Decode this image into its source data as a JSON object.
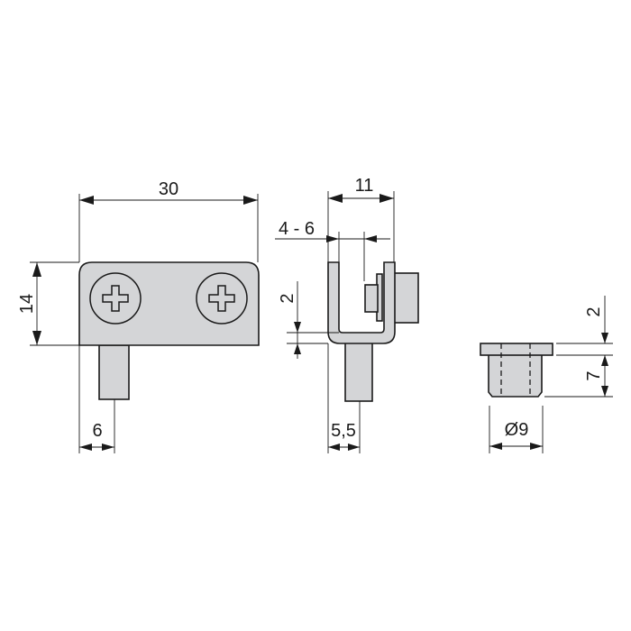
{
  "drawing": {
    "title": "Shelf support bracket - dimensioned drawing",
    "part_fill": "#d4d5d7",
    "line_color": "#1a1a1a",
    "units": "mm"
  },
  "front_view": {
    "width_label": "30",
    "height_label": "14",
    "pin_label": "6",
    "screws": [
      "phillips-screw",
      "phillips-screw"
    ]
  },
  "side_view": {
    "width_label": "11",
    "gap_label": "4 - 6",
    "thickness_label": "2",
    "pin_offset_label": "5,5"
  },
  "plug_view": {
    "flange_label": "2",
    "body_label": "7",
    "diameter_label": "Ø9"
  }
}
